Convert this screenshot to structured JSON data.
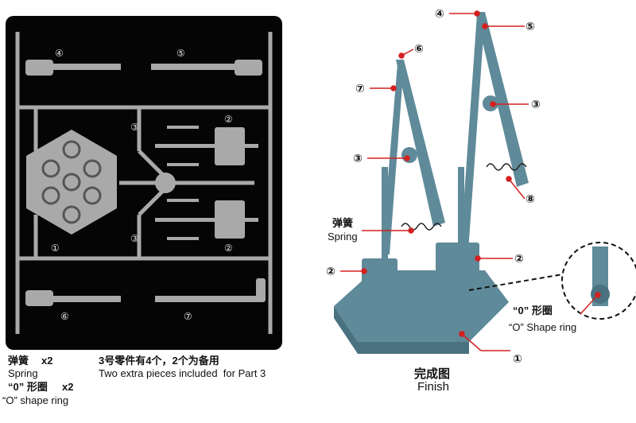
{
  "sprue_labels": {
    "p4": "④",
    "p5": "⑤",
    "p3a": "③",
    "p2a": "②",
    "p3b": "③",
    "p2b": "②",
    "p1": "①",
    "p6": "⑥",
    "p7": "⑦"
  },
  "legend": {
    "spring_cn": "弹簧",
    "spring_qty": "x2",
    "spring_en": "Spring",
    "ring_cn": "“0” 形圈",
    "ring_qty": "x2",
    "ring_en": "“O” shape ring",
    "note_cn": "3号零件有4个，2个为备用",
    "note_en": "Two extra pieces included  for Part 3"
  },
  "callouts": {
    "c4": "④",
    "c5": "⑤",
    "c6": "⑥",
    "c7": "⑦",
    "c3a": "③",
    "c3b": "③",
    "c8": "⑧",
    "spring_cn": "弹簧",
    "spring_en": "Spring",
    "c2a": "②",
    "c2b": "②",
    "ring_cn": "“0” 形圈",
    "ring_en": "“O” Shape ring",
    "c1": "①"
  },
  "finish": {
    "cn": "完成图",
    "en": "Finish"
  },
  "colors": {
    "plastic_gray": "#a9a9a9",
    "model_blue": "#5f8a99",
    "callout_red": "#d42020"
  }
}
